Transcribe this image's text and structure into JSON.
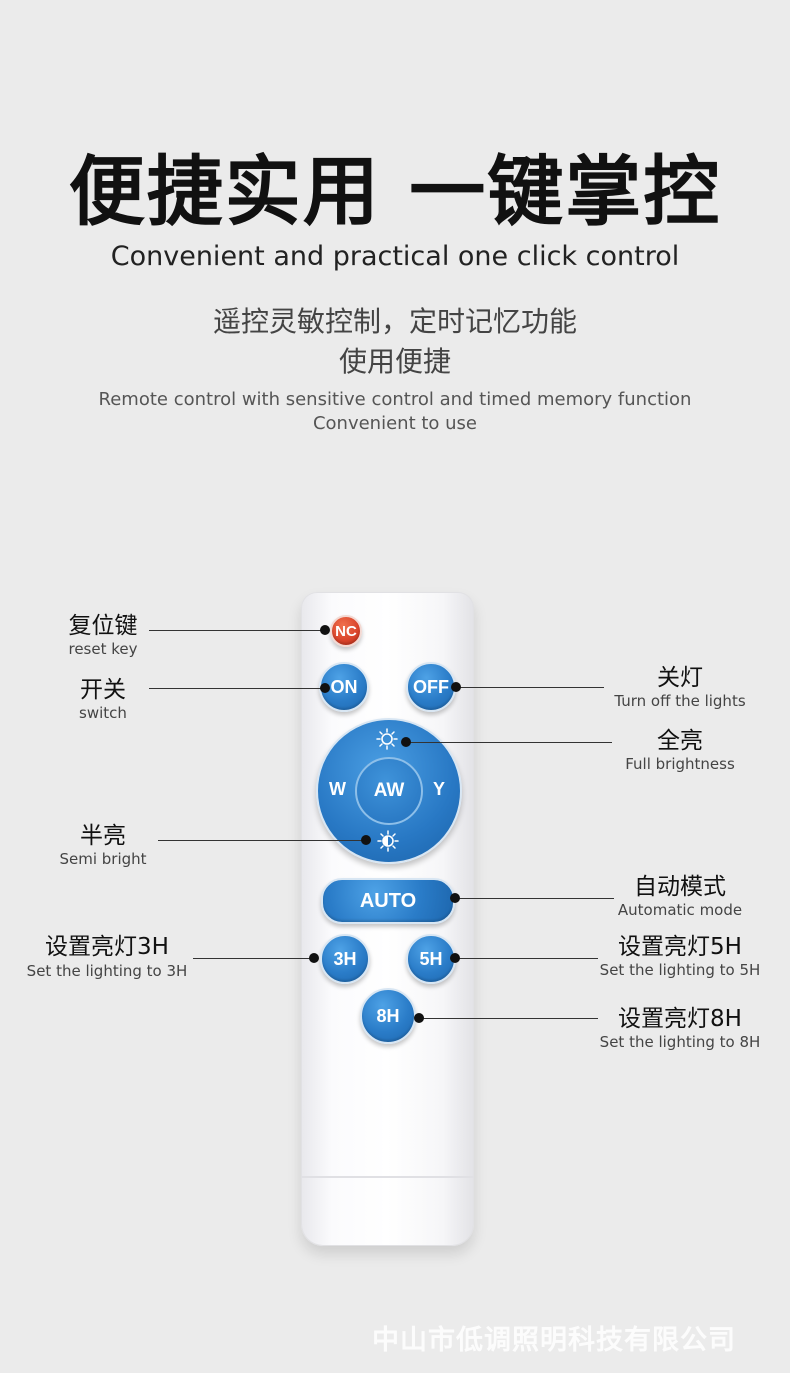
{
  "header": {
    "title_cn": "便捷实用 一键掌控",
    "title_en": "Convenient and practical one click control",
    "subtitle_cn_line1": "遥控灵敏控制，定时记忆功能",
    "subtitle_cn_line2": "使用便捷",
    "subtitle_en_line1": "Remote control with sensitive control and timed memory function",
    "subtitle_en_line2": "Convenient to use"
  },
  "remote": {
    "buttons": {
      "nc": "NC",
      "on": "ON",
      "off": "OFF",
      "w": "W",
      "aw": "AW",
      "y": "Y",
      "auto": "AUTO",
      "h3": "3H",
      "h5": "5H",
      "h8": "8H"
    },
    "colors": {
      "button_blue": "#2a7cc8",
      "reset_red": "#d9432a"
    }
  },
  "callouts": {
    "reset": {
      "cn": "复位键",
      "en": "reset key"
    },
    "switch": {
      "cn": "开关",
      "en": "switch"
    },
    "off": {
      "cn": "关灯",
      "en": "Turn off the lights"
    },
    "full": {
      "cn": "全亮",
      "en": "Full brightness"
    },
    "semi": {
      "cn": "半亮",
      "en": "Semi bright"
    },
    "auto": {
      "cn": "自动模式",
      "en": "Automatic mode"
    },
    "h3": {
      "cn": "设置亮灯3H",
      "en": "Set the lighting to 3H"
    },
    "h5": {
      "cn": "设置亮灯5H",
      "en": "Set the lighting to 5H"
    },
    "h8": {
      "cn": "设置亮灯8H",
      "en": "Set the lighting to 8H"
    }
  },
  "watermark": "中山市低调照明科技有限公司"
}
